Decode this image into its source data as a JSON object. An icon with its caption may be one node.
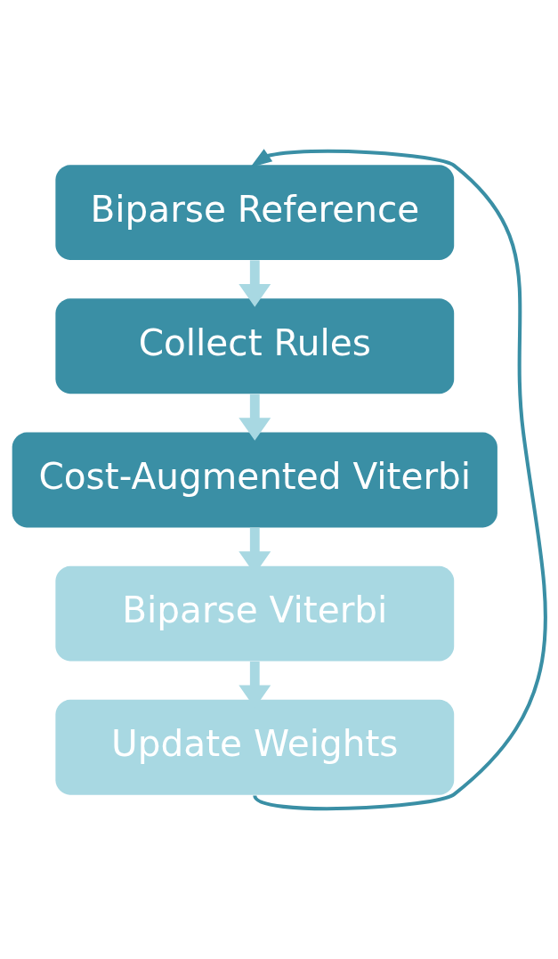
{
  "diagram": {
    "nodes": [
      {
        "text": [
          "Biparse Reference"
        ]
      },
      {
        "text": [
          "Collect Rules"
        ]
      },
      {
        "text": [
          "Cost-Augmented Viterbi"
        ]
      },
      {
        "text": [
          "Biparse Viterbi"
        ]
      },
      {
        "text": [
          "Update Weights"
        ]
      }
    ],
    "edges": [
      {
        "from": 0,
        "to": 1,
        "arrow": "to"
      },
      {
        "from": 1,
        "to": 2,
        "arrow": "to"
      },
      {
        "from": 2,
        "to": 3,
        "arrow": "to"
      },
      {
        "from": 3,
        "to": 4,
        "arrow": "to"
      },
      {
        "from": 4,
        "to": 0,
        "arrow": "to",
        "color": "#3a8fa5"
      }
    ]
  }
}
